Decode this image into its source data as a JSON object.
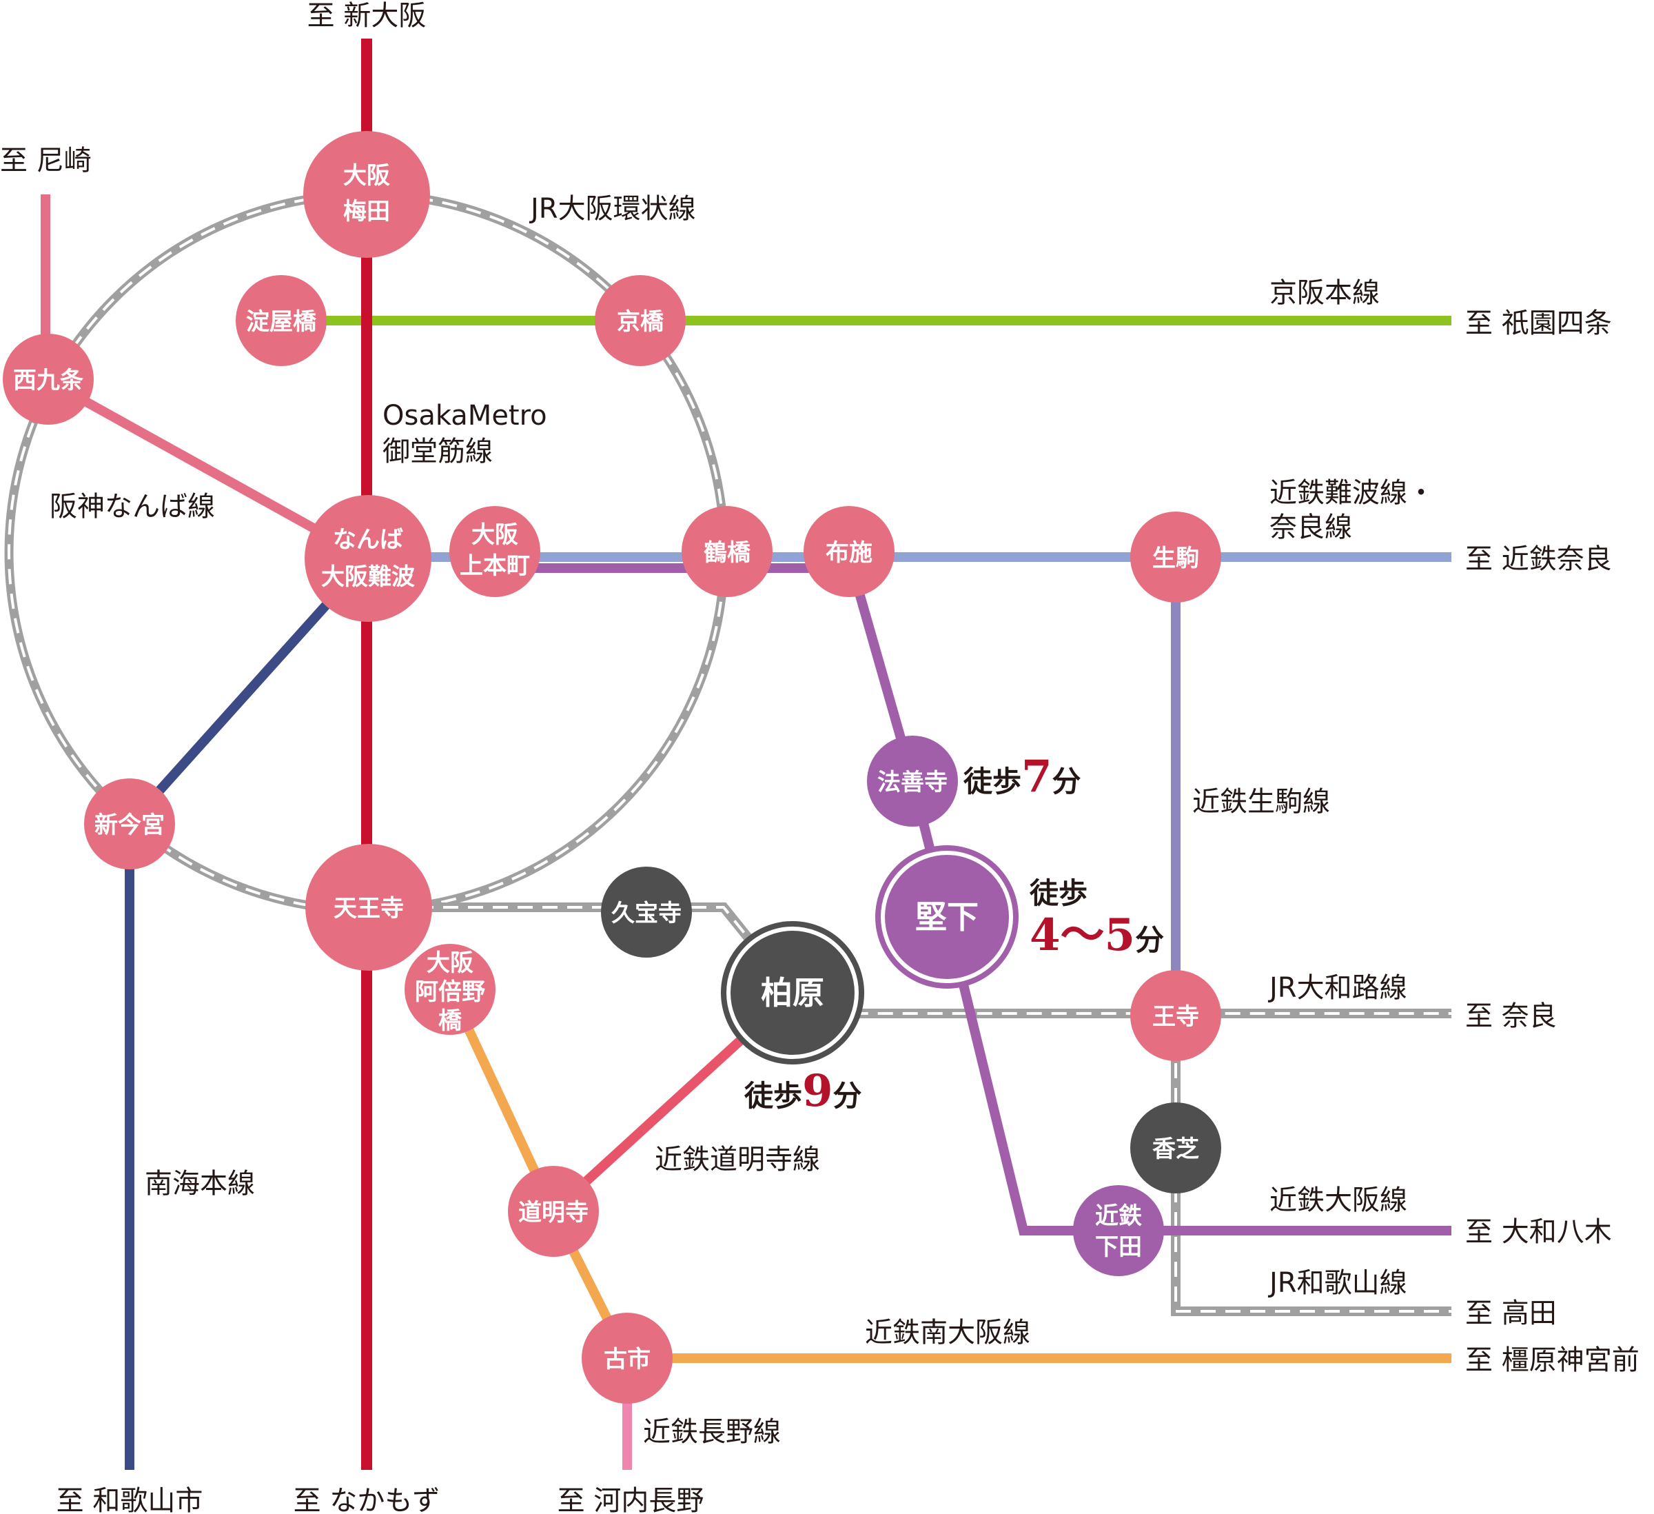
{
  "colors": {
    "midosuji": "#c8102e",
    "keihan": "#8dc21f",
    "kintetsu_nara": "#8fa3d4",
    "kintetsu_osaka": "#a05fa8",
    "ikoma": "#8e86bf",
    "hanshin": "#e56f86",
    "nankai": "#3c4a85",
    "domyoji": "#e8546a",
    "minami_osaka": "#f3a84f",
    "nagano": "#ee86b0",
    "jr_gray": "#a0a0a0",
    "station_pink": "#e56f80",
    "station_purple": "#a05fa8",
    "station_dark": "#4f4f4f",
    "accent_red": "#b3122a"
  },
  "directions": {
    "shin_osaka": "至 新大阪",
    "amagasaki": "至 尼崎",
    "gion_shijo": "至 祇園四条",
    "kintetsu_nara": "至 近鉄奈良",
    "nara": "至 奈良",
    "yamato_yagi": "至 大和八木",
    "takada": "至 高田",
    "kashihara_jingumae": "至 橿原神宮前",
    "wakayamashi": "至 和歌山市",
    "nakamozu": "至 なかもず",
    "kawachi_nagano": "至 河内長野"
  },
  "lines": {
    "jr_loop": "JR大阪環状線",
    "keihan_main": "京阪本線",
    "midosuji_1": "OsakaMetro",
    "midosuji_2": "御堂筋線",
    "hanshin_namba": "阪神なんば線",
    "kintetsu_namba_1": "近鉄難波線・",
    "kintetsu_namba_2": "奈良線",
    "kintetsu_ikoma": "近鉄生駒線",
    "jr_yamatoji": "JR大和路線",
    "kintetsu_domyoji": "近鉄道明寺線",
    "kintetsu_osaka": "近鉄大阪線",
    "jr_wakayama": "JR和歌山線",
    "kintetsu_minami_osaka": "近鉄南大阪線",
    "kintetsu_nagano": "近鉄長野線",
    "nankai_main": "南海本線"
  },
  "stations": {
    "umeda_1": "大阪",
    "umeda_2": "梅田",
    "yodoyabashi": "淀屋橋",
    "kyobashi": "京橋",
    "nishikujo": "西九条",
    "namba_1": "なんば",
    "namba_2": "大阪難波",
    "uehommachi_1": "大阪",
    "uehommachi_2": "上本町",
    "tsuruhashi": "鶴橋",
    "fuse": "布施",
    "ikoma": "生駒",
    "shin_imamiya": "新今宮",
    "tennoji": "天王寺",
    "kyuhoji": "久宝寺",
    "abenobashi_1": "大阪",
    "abenobashi_2": "阿倍野",
    "abenobashi_3": "橋",
    "hozenji": "法善寺",
    "katashimo": "堅下",
    "kashiwara": "柏原",
    "oji": "王寺",
    "kashiba": "香芝",
    "shimoda_1": "近鉄",
    "shimoda_2": "下田",
    "domyoji": "道明寺",
    "furuichi": "古市"
  },
  "walks": {
    "hozenji": {
      "prefix": "徒歩",
      "num": "7",
      "unit": "分"
    },
    "katashimo": {
      "prefix": "徒歩",
      "num": "4〜5",
      "unit": "分"
    },
    "kashiwara": {
      "prefix": "徒歩",
      "num": "9",
      "unit": "分"
    }
  }
}
